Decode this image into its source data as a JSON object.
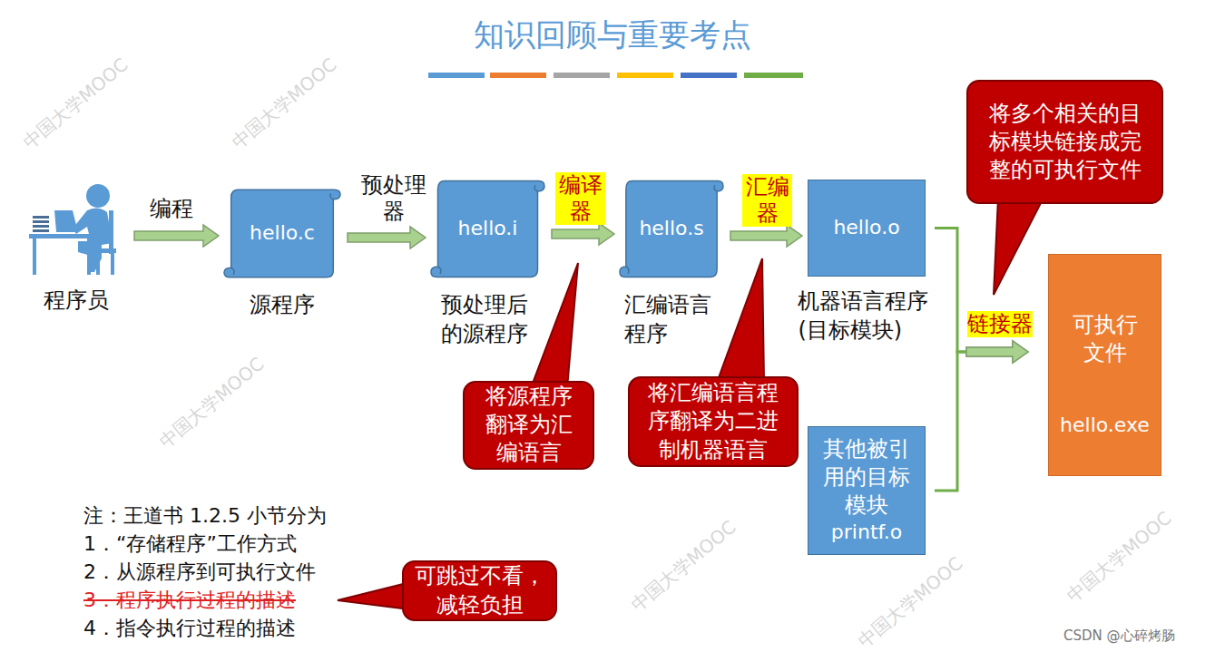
{
  "diagram": {
    "title": "知识回顾与重要考点",
    "nodes": [
      {
        "text": [
          "程序员"
        ]
      },
      {
        "text": [
          "hello.c",
          "源程序"
        ]
      },
      {
        "text": [
          "hello.i",
          "预处理后 的源程序"
        ]
      },
      {
        "text": [
          "hello.s",
          "汇编语言 程序"
        ]
      },
      {
        "text": [
          "hello.o",
          "机器语言程序 (目标模块)"
        ]
      },
      {
        "text": [
          "其他被引 用的目标 模块",
          "printf.o"
        ]
      },
      {
        "text": [
          "可执行 文件",
          "hello.exe"
        ]
      },
      {
        "text": [
          "将源程序 翻译为汇 编语言"
        ]
      },
      {
        "text": [
          "将汇编语言程 序翻译为二进 制机器语言"
        ]
      },
      {
        "text": [
          "将多个相关的目 标模块链接成完 整的可执行文件"
        ]
      },
      {
        "text": [
          "可跳过不看， 减轻负担"
        ]
      }
    ],
    "edges": [
      {
        "from": 0,
        "to": 1,
        "label": "编程",
        "arrow": "to"
      },
      {
        "from": 1,
        "to": 2,
        "label": "预处理 器",
        "arrow": "to"
      },
      {
        "from": 2,
        "to": 3,
        "label": "编译 器",
        "arrow": "to"
      },
      {
        "from": 3,
        "to": 4,
        "label": "汇编 器",
        "arrow": "to"
      },
      {
        "from": 4,
        "to": 6,
        "label": "链接器",
        "arrow": "to"
      },
      {
        "from": 5,
        "to": 6,
        "arrow": "to"
      }
    ],
    "labels": [
      "注：王道书 1.2.5 小节分为",
      "1．“存储程序”工作方式",
      "2．从源程序到可执行文件",
      "3．程序执行过程的描述",
      "4．指令执行过程的描述",
      "CSDN @心碎烤肠",
      "中国大学MOOC",
      "中国大学MOOC",
      "中国大学MOOC",
      "中国大学MOOC",
      "中国大学MOOC",
      "中国大学MOOC"
    ]
  }
}
